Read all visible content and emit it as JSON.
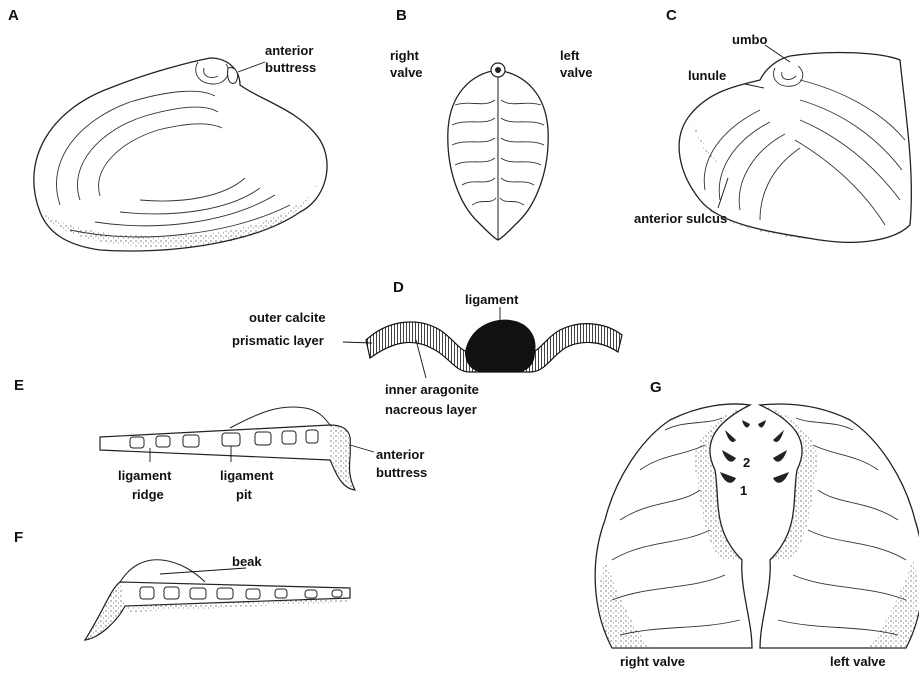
{
  "panels": [
    {
      "letter": "A",
      "labels": [
        "anterior",
        "buttress"
      ]
    },
    {
      "letter": "B",
      "labels": [
        "right",
        "valve",
        "left",
        "valve"
      ]
    },
    {
      "letter": "C",
      "labels": [
        "umbo",
        "lunule",
        "anterior sulcus"
      ]
    },
    {
      "letter": "D",
      "labels": [
        "ligament",
        "outer calcite",
        "prismatic layer",
        "inner aragonite",
        "nacreous layer"
      ]
    },
    {
      "letter": "E",
      "labels": [
        "ligament",
        "ridge",
        "ligament",
        "pit",
        "anterior",
        "buttress"
      ]
    },
    {
      "letter": "F",
      "labels": [
        "beak"
      ]
    },
    {
      "letter": "G",
      "labels": [
        "2",
        "1",
        "right valve",
        "left valve"
      ]
    }
  ]
}
